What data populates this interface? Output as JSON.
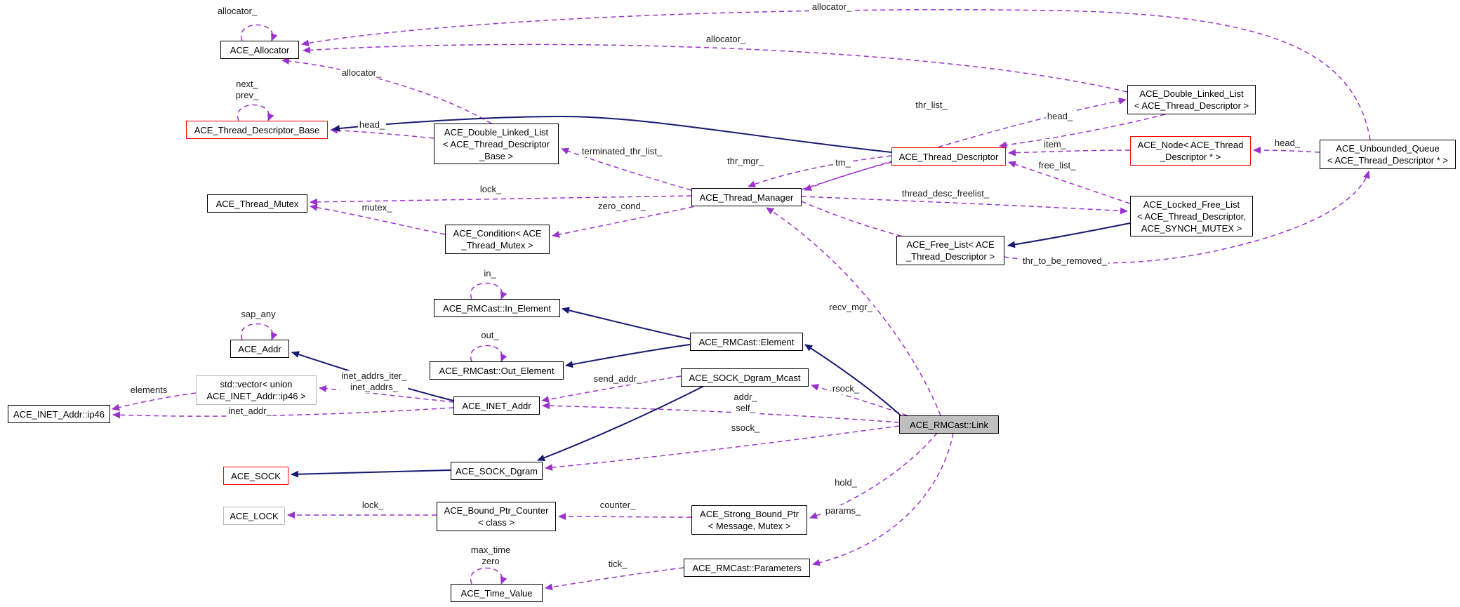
{
  "diagram": {
    "kind": "collaboration-graph",
    "current_class": "ACE_RMCast::Link",
    "colors": {
      "usage_edge": "#9a32cd",
      "inheritance_edge": "#191970",
      "node_border": "#000000",
      "truncated_border": "#ff0000",
      "template_border": "#b9b9b9",
      "current_fill": "#bfbfbf",
      "background": "#ffffff"
    }
  },
  "nodes": {
    "allocator": {
      "lines": [
        "ACE_Allocator"
      ]
    },
    "thread_descriptor_base": {
      "lines": [
        "ACE_Thread_Descriptor_Base"
      ]
    },
    "dll_base": {
      "lines": [
        "ACE_Double_Linked_List",
        "< ACE_Thread_Descriptor",
        "_Base >"
      ]
    },
    "thread_mutex": {
      "lines": [
        "ACE_Thread_Mutex"
      ]
    },
    "condition": {
      "lines": [
        "ACE_Condition< ACE",
        "_Thread_Mutex >"
      ]
    },
    "thread_manager": {
      "lines": [
        "ACE_Thread_Manager"
      ]
    },
    "thread_descriptor": {
      "lines": [
        "ACE_Thread_Descriptor"
      ]
    },
    "dll_td": {
      "lines": [
        "ACE_Double_Linked_List",
        "< ACE_Thread_Descriptor >"
      ]
    },
    "node_td": {
      "lines": [
        "ACE_Node< ACE_Thread",
        "_Descriptor * >"
      ]
    },
    "unbounded_queue": {
      "lines": [
        "ACE_Unbounded_Queue",
        "< ACE_Thread_Descriptor * >"
      ]
    },
    "locked_free_list": {
      "lines": [
        "ACE_Locked_Free_List",
        "< ACE_Thread_Descriptor,",
        "ACE_SYNCH_MUTEX >"
      ]
    },
    "free_list": {
      "lines": [
        "ACE_Free_List< ACE",
        "_Thread_Descriptor >"
      ]
    },
    "in_element": {
      "lines": [
        "ACE_RMCast::In_Element"
      ]
    },
    "element": {
      "lines": [
        "ACE_RMCast::Element"
      ]
    },
    "addr": {
      "lines": [
        "ACE_Addr"
      ]
    },
    "out_element": {
      "lines": [
        "ACE_RMCast::Out_Element"
      ]
    },
    "std_vector": {
      "lines": [
        "std::vector< union",
        "ACE_INET_Addr::ip46 >"
      ]
    },
    "inet_addr": {
      "lines": [
        "ACE_INET_Addr"
      ]
    },
    "ip46": {
      "lines": [
        "ACE_INET_Addr::ip46"
      ]
    },
    "sock_dgram_mcast": {
      "lines": [
        "ACE_SOCK_Dgram_Mcast"
      ]
    },
    "link": {
      "lines": [
        "ACE_RMCast::Link"
      ]
    },
    "sock": {
      "lines": [
        "ACE_SOCK"
      ]
    },
    "sock_dgram": {
      "lines": [
        "ACE_SOCK_Dgram"
      ]
    },
    "lock": {
      "lines": [
        "ACE_LOCK"
      ]
    },
    "bound_ptr_counter": {
      "lines": [
        "ACE_Bound_Ptr_Counter",
        "< class >"
      ]
    },
    "strong_bound_ptr": {
      "lines": [
        "ACE_Strong_Bound_Ptr",
        "< Message, Mutex >"
      ]
    },
    "parameters": {
      "lines": [
        "ACE_RMCast::Parameters"
      ]
    },
    "time_value": {
      "lines": [
        "ACE_Time_Value"
      ]
    }
  },
  "edge_labels": {
    "allocator_self": "allocator_",
    "allocator_queue": "allocator_",
    "allocator_dll_td": "allocator_",
    "allocator_dll_base": "allocator_",
    "next": "next_",
    "prev": "prev_",
    "head_base": "head_",
    "thr_list": "thr_list_",
    "head_td": "head_",
    "item": "item_",
    "head_node": "head_",
    "free_list": "free_list_",
    "thread_desc_freelist": "thread_desc_freelist_",
    "thr_to_be_removed": "thr_to_be_removed_",
    "lock_mgr": "lock_",
    "mutex": "mutex_",
    "zero_cond": "zero_cond_",
    "terminated_thr_list": "terminated_thr_list_",
    "thr_mgr": "thr_mgr_",
    "tm": "tm_",
    "recv_mgr": "recv_mgr_",
    "in": "in_",
    "out": "out_",
    "sap_any": "sap_any",
    "inet_addrs_iter": "inet_addrs_iter_",
    "inet_addrs": "inet_addrs_",
    "inet_addr": "inet_addr_",
    "elements": "elements",
    "send_addr": "send_addr_",
    "addr": "addr_",
    "self": "self_",
    "rsock": "rsock_",
    "ssock": "ssock_",
    "lock_counter": "lock_",
    "counter": "counter_",
    "hold": "hold_",
    "params": "params_",
    "tick": "tick_",
    "max_time": "max_time",
    "zero": "zero"
  }
}
